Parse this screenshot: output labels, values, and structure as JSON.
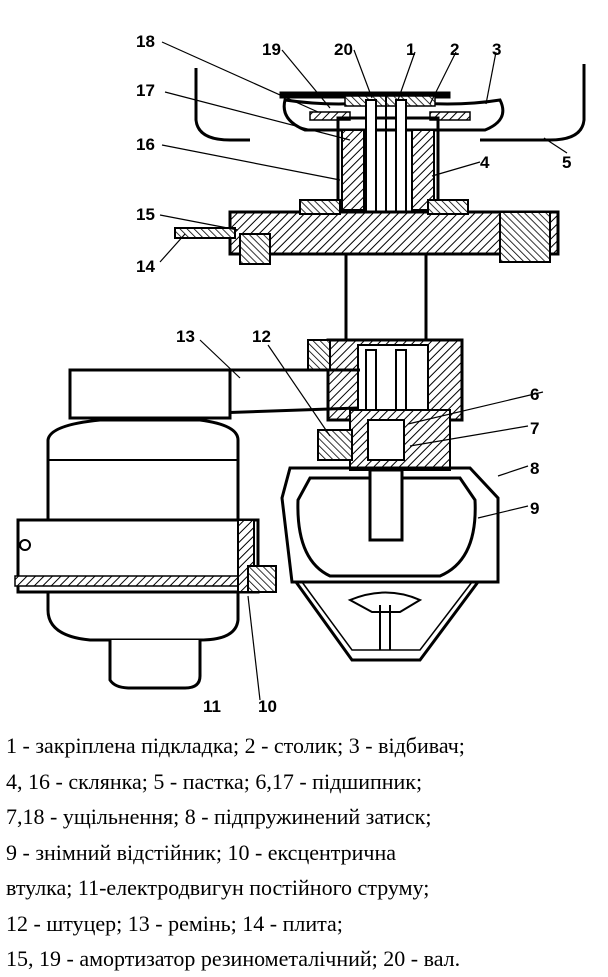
{
  "figure": {
    "callouts": [
      {
        "id": "1",
        "text": "1"
      },
      {
        "id": "2",
        "text": "2"
      },
      {
        "id": "3",
        "text": "3"
      },
      {
        "id": "4",
        "text": "4"
      },
      {
        "id": "5",
        "text": "5"
      },
      {
        "id": "6",
        "text": "6"
      },
      {
        "id": "7",
        "text": "7"
      },
      {
        "id": "8",
        "text": "8"
      },
      {
        "id": "9",
        "text": "9"
      },
      {
        "id": "10",
        "text": "10"
      },
      {
        "id": "11",
        "text": "11"
      },
      {
        "id": "12",
        "text": "12"
      },
      {
        "id": "13",
        "text": "13"
      },
      {
        "id": "14",
        "text": "14"
      },
      {
        "id": "15",
        "text": "15"
      },
      {
        "id": "16",
        "text": "16"
      },
      {
        "id": "17",
        "text": "17"
      },
      {
        "id": "18",
        "text": "18"
      },
      {
        "id": "19",
        "text": "19"
      },
      {
        "id": "20",
        "text": "20"
      }
    ]
  },
  "caption": {
    "lines": [
      "1 - закріплена підкладка; 2 - столик; 3 - відбивач;",
      "4, 16 - склянка; 5 - пастка; 6,17 - підшипник;",
      "7,18 - ущільнення; 8 - підпружинений затиск;",
      "9 - знімний відстійник; 10 - ексцентрична",
      "втулка; 11-електродвигун постійного струму;",
      "12 - штуцер; 13 - ремінь; 14 - плита;",
      "15, 19 - амортизатор резинометалічний; 20 - вал."
    ]
  }
}
